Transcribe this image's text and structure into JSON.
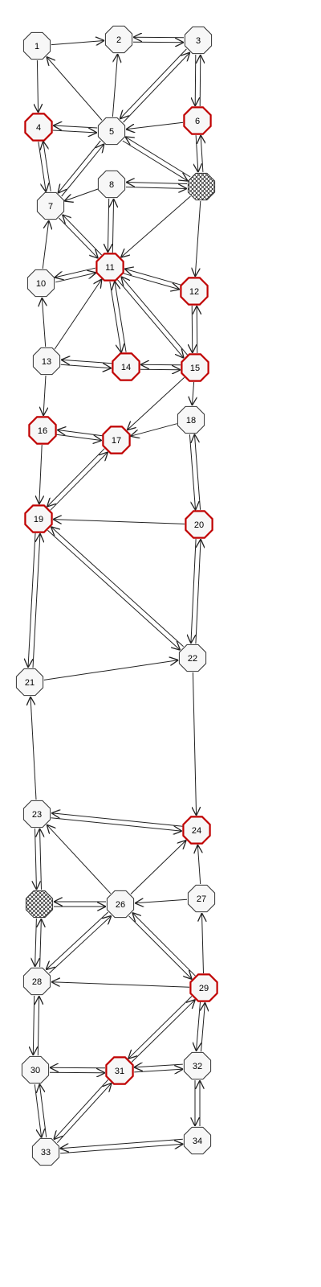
{
  "colors": {
    "background": "#ffffff",
    "node_fill": "#f7f7f7",
    "node_border": "#333333",
    "highlight_border": "#c00000",
    "edge": "#222222",
    "hatch_stroke": "#222222"
  },
  "nodes": [
    {
      "id": "1",
      "label": "1",
      "style": "normal"
    },
    {
      "id": "2",
      "label": "2",
      "style": "normal"
    },
    {
      "id": "3",
      "label": "3",
      "style": "normal"
    },
    {
      "id": "4",
      "label": "4",
      "style": "highlighted"
    },
    {
      "id": "5",
      "label": "5",
      "style": "normal"
    },
    {
      "id": "6",
      "label": "6",
      "style": "highlighted"
    },
    {
      "id": "7",
      "label": "7",
      "style": "normal"
    },
    {
      "id": "8",
      "label": "8",
      "style": "normal"
    },
    {
      "id": "9",
      "label": "",
      "style": "hatched"
    },
    {
      "id": "10",
      "label": "10",
      "style": "normal"
    },
    {
      "id": "11",
      "label": "11",
      "style": "highlighted"
    },
    {
      "id": "12",
      "label": "12",
      "style": "highlighted"
    },
    {
      "id": "13",
      "label": "13",
      "style": "normal"
    },
    {
      "id": "14",
      "label": "14",
      "style": "highlighted"
    },
    {
      "id": "15",
      "label": "15",
      "style": "highlighted"
    },
    {
      "id": "16",
      "label": "16",
      "style": "highlighted"
    },
    {
      "id": "17",
      "label": "17",
      "style": "highlighted"
    },
    {
      "id": "18",
      "label": "18",
      "style": "normal"
    },
    {
      "id": "19",
      "label": "19",
      "style": "highlighted"
    },
    {
      "id": "20",
      "label": "20",
      "style": "highlighted"
    },
    {
      "id": "21",
      "label": "21",
      "style": "normal"
    },
    {
      "id": "22",
      "label": "22",
      "style": "normal"
    },
    {
      "id": "23",
      "label": "23",
      "style": "normal"
    },
    {
      "id": "24",
      "label": "24",
      "style": "highlighted"
    },
    {
      "id": "25",
      "label": "",
      "style": "hatched"
    },
    {
      "id": "26",
      "label": "26",
      "style": "normal"
    },
    {
      "id": "27",
      "label": "27",
      "style": "normal"
    },
    {
      "id": "28",
      "label": "28",
      "style": "normal"
    },
    {
      "id": "29",
      "label": "29",
      "style": "highlighted"
    },
    {
      "id": "30",
      "label": "30",
      "style": "normal"
    },
    {
      "id": "31",
      "label": "31",
      "style": "highlighted"
    },
    {
      "id": "32",
      "label": "32",
      "style": "normal"
    },
    {
      "id": "33",
      "label": "33",
      "style": "normal"
    },
    {
      "id": "34",
      "label": "34",
      "style": "normal"
    }
  ],
  "edges": [
    {
      "from": "1",
      "to": "2"
    },
    {
      "from": "1",
      "to": "4"
    },
    {
      "from": "2",
      "to": "3"
    },
    {
      "from": "3",
      "to": "2"
    },
    {
      "from": "3",
      "to": "5"
    },
    {
      "from": "5",
      "to": "3"
    },
    {
      "from": "3",
      "to": "6"
    },
    {
      "from": "6",
      "to": "3"
    },
    {
      "from": "5",
      "to": "1"
    },
    {
      "from": "5",
      "to": "2"
    },
    {
      "from": "5",
      "to": "4"
    },
    {
      "from": "4",
      "to": "5"
    },
    {
      "from": "6",
      "to": "5"
    },
    {
      "from": "5",
      "to": "7"
    },
    {
      "from": "7",
      "to": "5"
    },
    {
      "from": "5",
      "to": "9"
    },
    {
      "from": "9",
      "to": "5"
    },
    {
      "from": "6",
      "to": "9"
    },
    {
      "from": "9",
      "to": "6"
    },
    {
      "from": "4",
      "to": "7"
    },
    {
      "from": "7",
      "to": "4"
    },
    {
      "from": "8",
      "to": "7"
    },
    {
      "from": "8",
      "to": "9"
    },
    {
      "from": "9",
      "to": "8"
    },
    {
      "from": "8",
      "to": "11"
    },
    {
      "from": "11",
      "to": "8"
    },
    {
      "from": "9",
      "to": "11"
    },
    {
      "from": "9",
      "to": "12"
    },
    {
      "from": "7",
      "to": "11"
    },
    {
      "from": "11",
      "to": "7"
    },
    {
      "from": "10",
      "to": "7"
    },
    {
      "from": "10",
      "to": "11"
    },
    {
      "from": "11",
      "to": "10"
    },
    {
      "from": "11",
      "to": "12"
    },
    {
      "from": "12",
      "to": "11"
    },
    {
      "from": "12",
      "to": "15"
    },
    {
      "from": "15",
      "to": "12"
    },
    {
      "from": "11",
      "to": "14"
    },
    {
      "from": "14",
      "to": "11"
    },
    {
      "from": "11",
      "to": "15"
    },
    {
      "from": "15",
      "to": "11"
    },
    {
      "from": "13",
      "to": "10"
    },
    {
      "from": "13",
      "to": "11"
    },
    {
      "from": "13",
      "to": "14"
    },
    {
      "from": "14",
      "to": "13"
    },
    {
      "from": "14",
      "to": "15"
    },
    {
      "from": "15",
      "to": "14"
    },
    {
      "from": "13",
      "to": "16"
    },
    {
      "from": "15",
      "to": "17"
    },
    {
      "from": "15",
      "to": "18"
    },
    {
      "from": "16",
      "to": "17"
    },
    {
      "from": "17",
      "to": "16"
    },
    {
      "from": "18",
      "to": "17"
    },
    {
      "from": "16",
      "to": "19"
    },
    {
      "from": "17",
      "to": "19"
    },
    {
      "from": "19",
      "to": "17"
    },
    {
      "from": "18",
      "to": "20"
    },
    {
      "from": "20",
      "to": "18"
    },
    {
      "from": "20",
      "to": "19"
    },
    {
      "from": "19",
      "to": "21"
    },
    {
      "from": "21",
      "to": "19"
    },
    {
      "from": "19",
      "to": "22"
    },
    {
      "from": "22",
      "to": "19"
    },
    {
      "from": "20",
      "to": "22"
    },
    {
      "from": "22",
      "to": "20"
    },
    {
      "from": "21",
      "to": "22"
    },
    {
      "from": "23",
      "to": "21"
    },
    {
      "from": "22",
      "to": "24"
    },
    {
      "from": "23",
      "to": "24"
    },
    {
      "from": "24",
      "to": "23"
    },
    {
      "from": "23",
      "to": "25"
    },
    {
      "from": "25",
      "to": "23"
    },
    {
      "from": "26",
      "to": "23"
    },
    {
      "from": "26",
      "to": "24"
    },
    {
      "from": "27",
      "to": "24"
    },
    {
      "from": "27",
      "to": "26"
    },
    {
      "from": "26",
      "to": "25"
    },
    {
      "from": "25",
      "to": "26"
    },
    {
      "from": "26",
      "to": "28"
    },
    {
      "from": "28",
      "to": "26"
    },
    {
      "from": "26",
      "to": "29"
    },
    {
      "from": "29",
      "to": "26"
    },
    {
      "from": "29",
      "to": "27"
    },
    {
      "from": "25",
      "to": "28"
    },
    {
      "from": "28",
      "to": "25"
    },
    {
      "from": "29",
      "to": "28"
    },
    {
      "from": "28",
      "to": "30"
    },
    {
      "from": "30",
      "to": "28"
    },
    {
      "from": "29",
      "to": "31"
    },
    {
      "from": "31",
      "to": "29"
    },
    {
      "from": "29",
      "to": "32"
    },
    {
      "from": "32",
      "to": "29"
    },
    {
      "from": "30",
      "to": "31"
    },
    {
      "from": "31",
      "to": "30"
    },
    {
      "from": "31",
      "to": "32"
    },
    {
      "from": "32",
      "to": "31"
    },
    {
      "from": "30",
      "to": "33"
    },
    {
      "from": "33",
      "to": "30"
    },
    {
      "from": "31",
      "to": "33"
    },
    {
      "from": "33",
      "to": "31"
    },
    {
      "from": "32",
      "to": "34"
    },
    {
      "from": "34",
      "to": "32"
    },
    {
      "from": "33",
      "to": "34"
    },
    {
      "from": "34",
      "to": "33"
    }
  ]
}
